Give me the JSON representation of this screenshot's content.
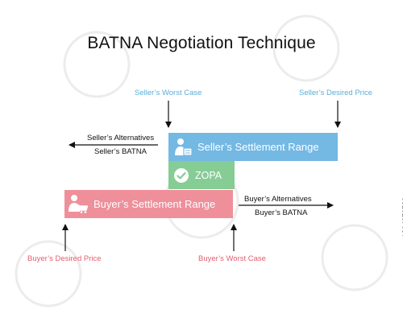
{
  "title": "BATNA Negotiation Technique",
  "labels": {
    "seller_worst_case": "Seller’s Worst Case",
    "seller_desired_price": "Seller’s Desired Price",
    "seller_alternatives": "Seller’s Alternatives",
    "seller_batna": "Seller’s BATNA",
    "buyer_alternatives": "Buyer’s Alternatives",
    "buyer_batna": "Buyer’s BATNA",
    "buyer_desired_price": "Buyer’s Desired Price",
    "buyer_worst_case": "Buyer’s Worst Case"
  },
  "bars": {
    "seller": "Seller’s Settlement Range",
    "zopa": "ZOPA",
    "buyer": "Buyer’s Settlement Range"
  },
  "side_id": "1294873730",
  "colors": {
    "seller": "#74b8e4",
    "zopa": "#86cc95",
    "buyer": "#ee8f9a",
    "seller_label": "#5aaed8",
    "buyer_label": "#e35f6e"
  },
  "icons": {
    "seller": "seller-person-icon",
    "zopa": "checkmark-circle-icon",
    "buyer": "buyer-person-cart-icon"
  }
}
